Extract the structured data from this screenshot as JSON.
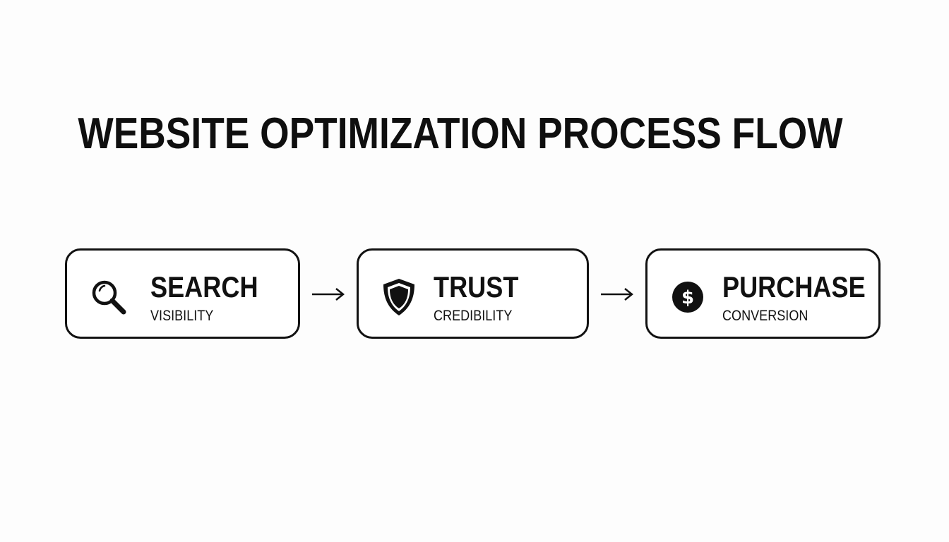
{
  "title": "WEBSITE OPTIMIZATION PROCESS FLOW",
  "colors": {
    "ink": "#111111",
    "background": "#fdfdfd",
    "box_fill": "#ffffff"
  },
  "steps": [
    {
      "label": "SEARCH",
      "sublabel": "VISIBILITY",
      "icon": "magnifier-icon"
    },
    {
      "label": "TRUST",
      "sublabel": "CREDIBILITY",
      "icon": "shield-icon"
    },
    {
      "label": "PURCHASE",
      "sublabel": "CONVERSION",
      "icon": "dollar-coin-icon"
    }
  ],
  "connectors": [
    "arrow-right-icon",
    "arrow-right-icon"
  ]
}
